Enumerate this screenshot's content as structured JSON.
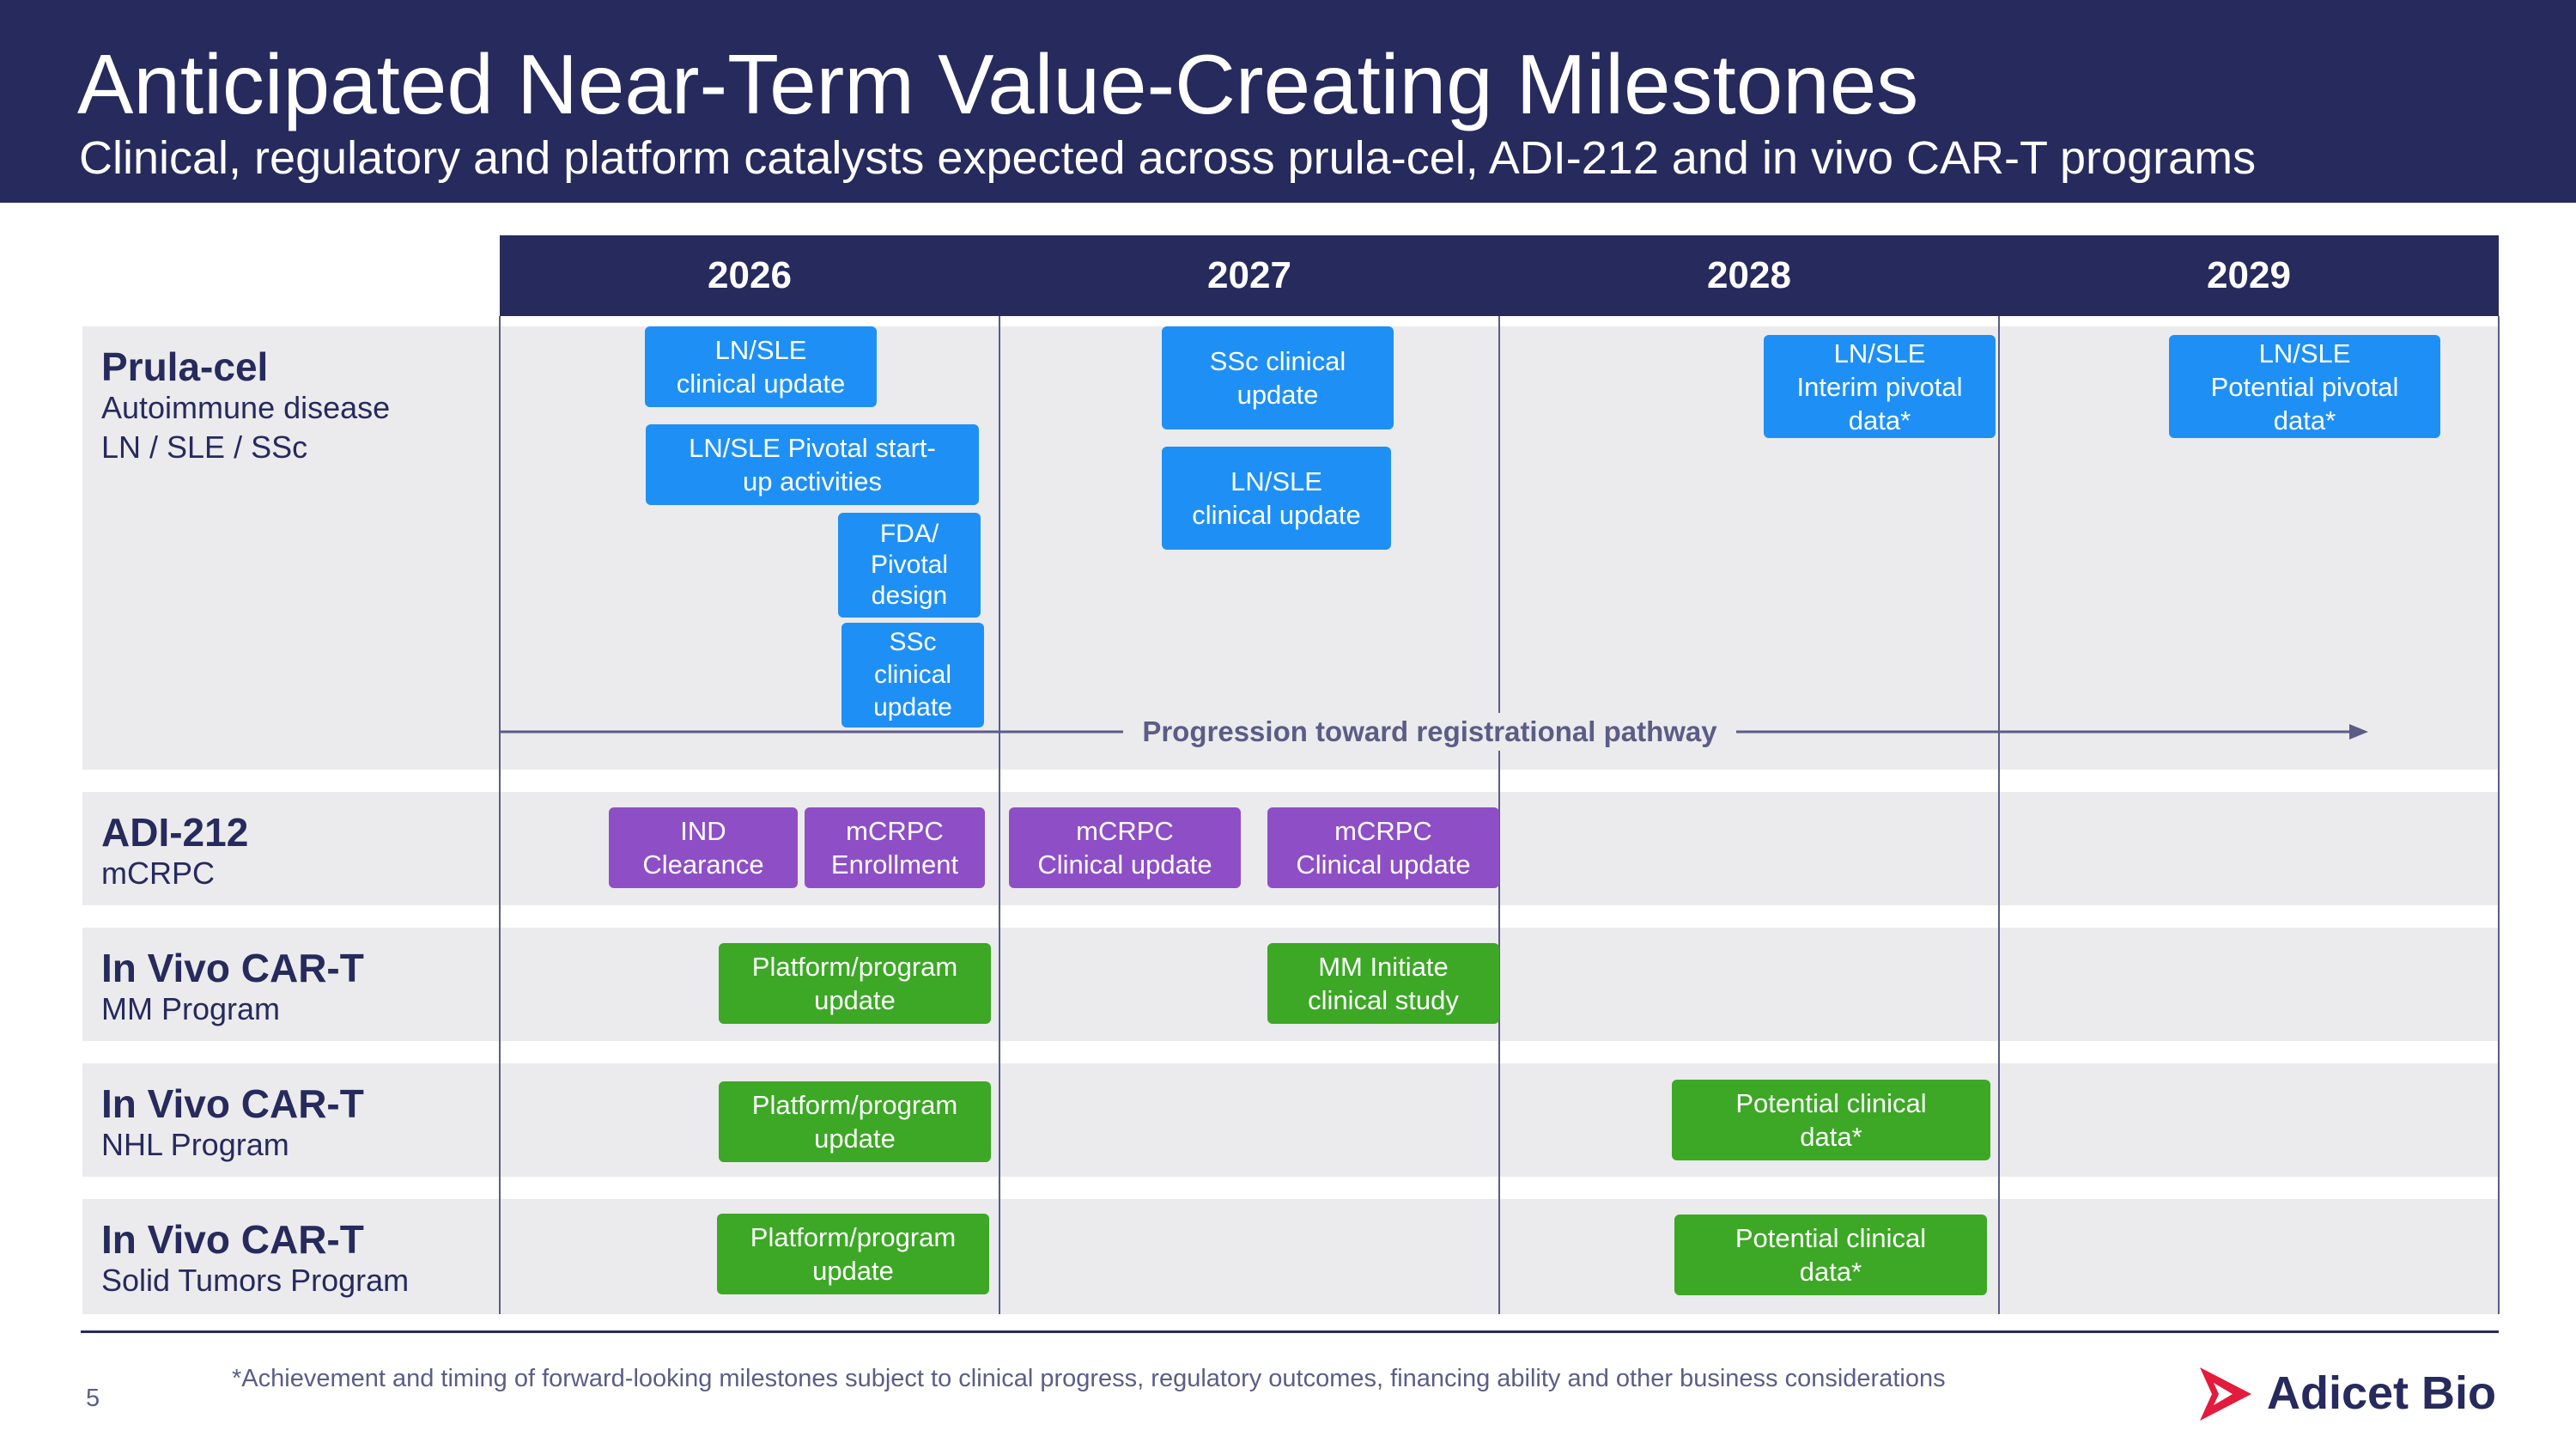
{
  "header": {
    "title": "Anticipated Near-Term Value-Creating Milestones",
    "subtitle": "Clinical, regulatory and platform catalysts expected across prula-cel, ADI-212 and in vivo CAR-T programs"
  },
  "years": [
    "2026",
    "2027",
    "2028",
    "2029"
  ],
  "rows": [
    {
      "name": "Prula-cel",
      "sub1": "Autoimmune disease",
      "sub2": "LN / SLE / SSc"
    },
    {
      "name": "ADI-212",
      "sub1": "mCRPC"
    },
    {
      "name": "In Vivo CAR-T",
      "sub1": "MM Program"
    },
    {
      "name": "In Vivo CAR-T",
      "sub1": "NHL Program"
    },
    {
      "name": "In Vivo CAR-T",
      "sub1": "Solid Tumors Program"
    }
  ],
  "milestones": {
    "prula": [
      "LN/SLE\nclinical update",
      "LN/SLE Pivotal start-\nup activities",
      "FDA/\nPivotal\ndesign",
      "SSc\nclinical\nupdate",
      "SSc clinical\nupdate",
      "LN/SLE\nclinical update",
      "LN/SLE\nInterim pivotal\ndata*",
      "LN/SLE\nPotential pivotal\ndata*"
    ],
    "adi": [
      "IND\nClearance",
      "mCRPC\nEnrollment",
      "mCRPC\nClinical update",
      "mCRPC\nClinical update"
    ],
    "mm": [
      "Platform/program\nupdate",
      "MM Initiate\nclinical study"
    ],
    "nhl": [
      "Platform/program\nupdate",
      "Potential clinical\ndata*"
    ],
    "solid": [
      "Platform/program\nupdate",
      "Potential clinical\ndata*"
    ]
  },
  "progression_label": "Progression toward registrational pathway",
  "footnote": "*Achievement and timing of forward-looking milestones subject to clinical progress, regulatory outcomes, financing ability and other business considerations",
  "page_number": "5",
  "logo": {
    "text": "Adicet Bio",
    "icon": "adicet-logo-icon",
    "color": "#e31b3c"
  },
  "colors": {
    "navy": "#262a5c",
    "blue": "#1e90f5",
    "purple": "#8e4ec6",
    "green": "#3ca825",
    "band": "#ebebed"
  }
}
